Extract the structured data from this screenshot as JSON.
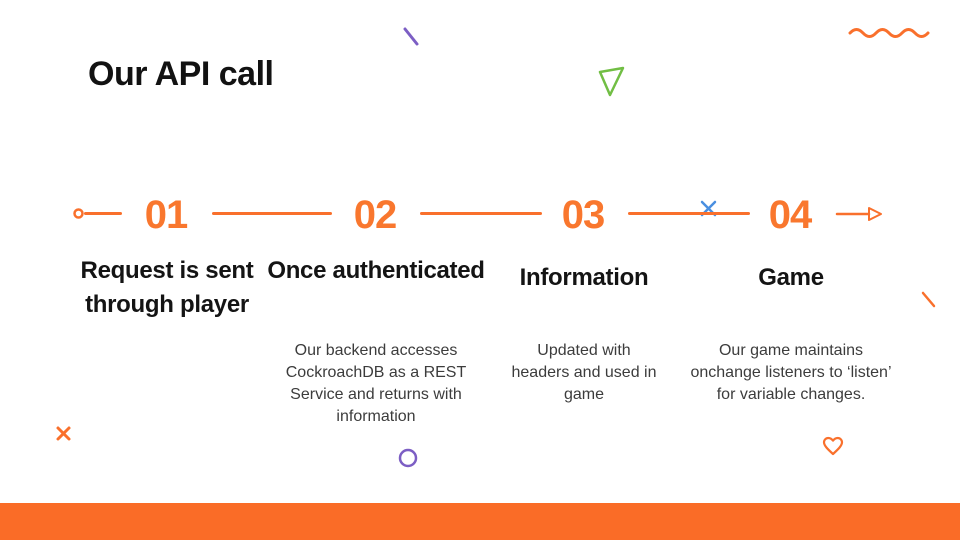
{
  "title": "Our API call",
  "timeline": {
    "steps": [
      {
        "number": "01",
        "heading": "Request is sent through player",
        "body": ""
      },
      {
        "number": "02",
        "heading": "Once authenticated",
        "body": "Our backend accesses CockroachDB as a REST Service and returns with information"
      },
      {
        "number": "03",
        "heading": "Information",
        "body": "Updated with headers and used in game"
      },
      {
        "number": "04",
        "heading": "Game",
        "body": "Our game maintains onchange listeners to ‘listen’ for variable changes."
      }
    ]
  },
  "decorations": [
    {
      "icon": "slash-icon",
      "color": "#7c5ec4",
      "position": "top-center"
    },
    {
      "icon": "triangle-icon",
      "color": "#71be44",
      "position": "top-center"
    },
    {
      "icon": "squiggle-icon",
      "color": "#f9702c",
      "position": "top-right"
    },
    {
      "icon": "x-icon",
      "color": "#4a8fe0",
      "position": "on-timeline"
    },
    {
      "icon": "x-icon",
      "color": "#f9702c",
      "position": "bottom-left"
    },
    {
      "icon": "circle-icon",
      "color": "#7c5ec4",
      "position": "bottom-center"
    },
    {
      "icon": "heart-icon",
      "color": "#f9702c",
      "position": "bottom-right"
    },
    {
      "icon": "slash-icon",
      "color": "#f9702c",
      "position": "middle-right"
    }
  ],
  "colors": {
    "accent_orange": "#f9702c",
    "bottom_bar": "#fa6c27",
    "purple": "#7c5ec4",
    "green": "#71be44",
    "blue": "#4a8fe0",
    "heading_text": "#141414",
    "body_text": "#3c3c3c",
    "background": "#ffffff"
  }
}
